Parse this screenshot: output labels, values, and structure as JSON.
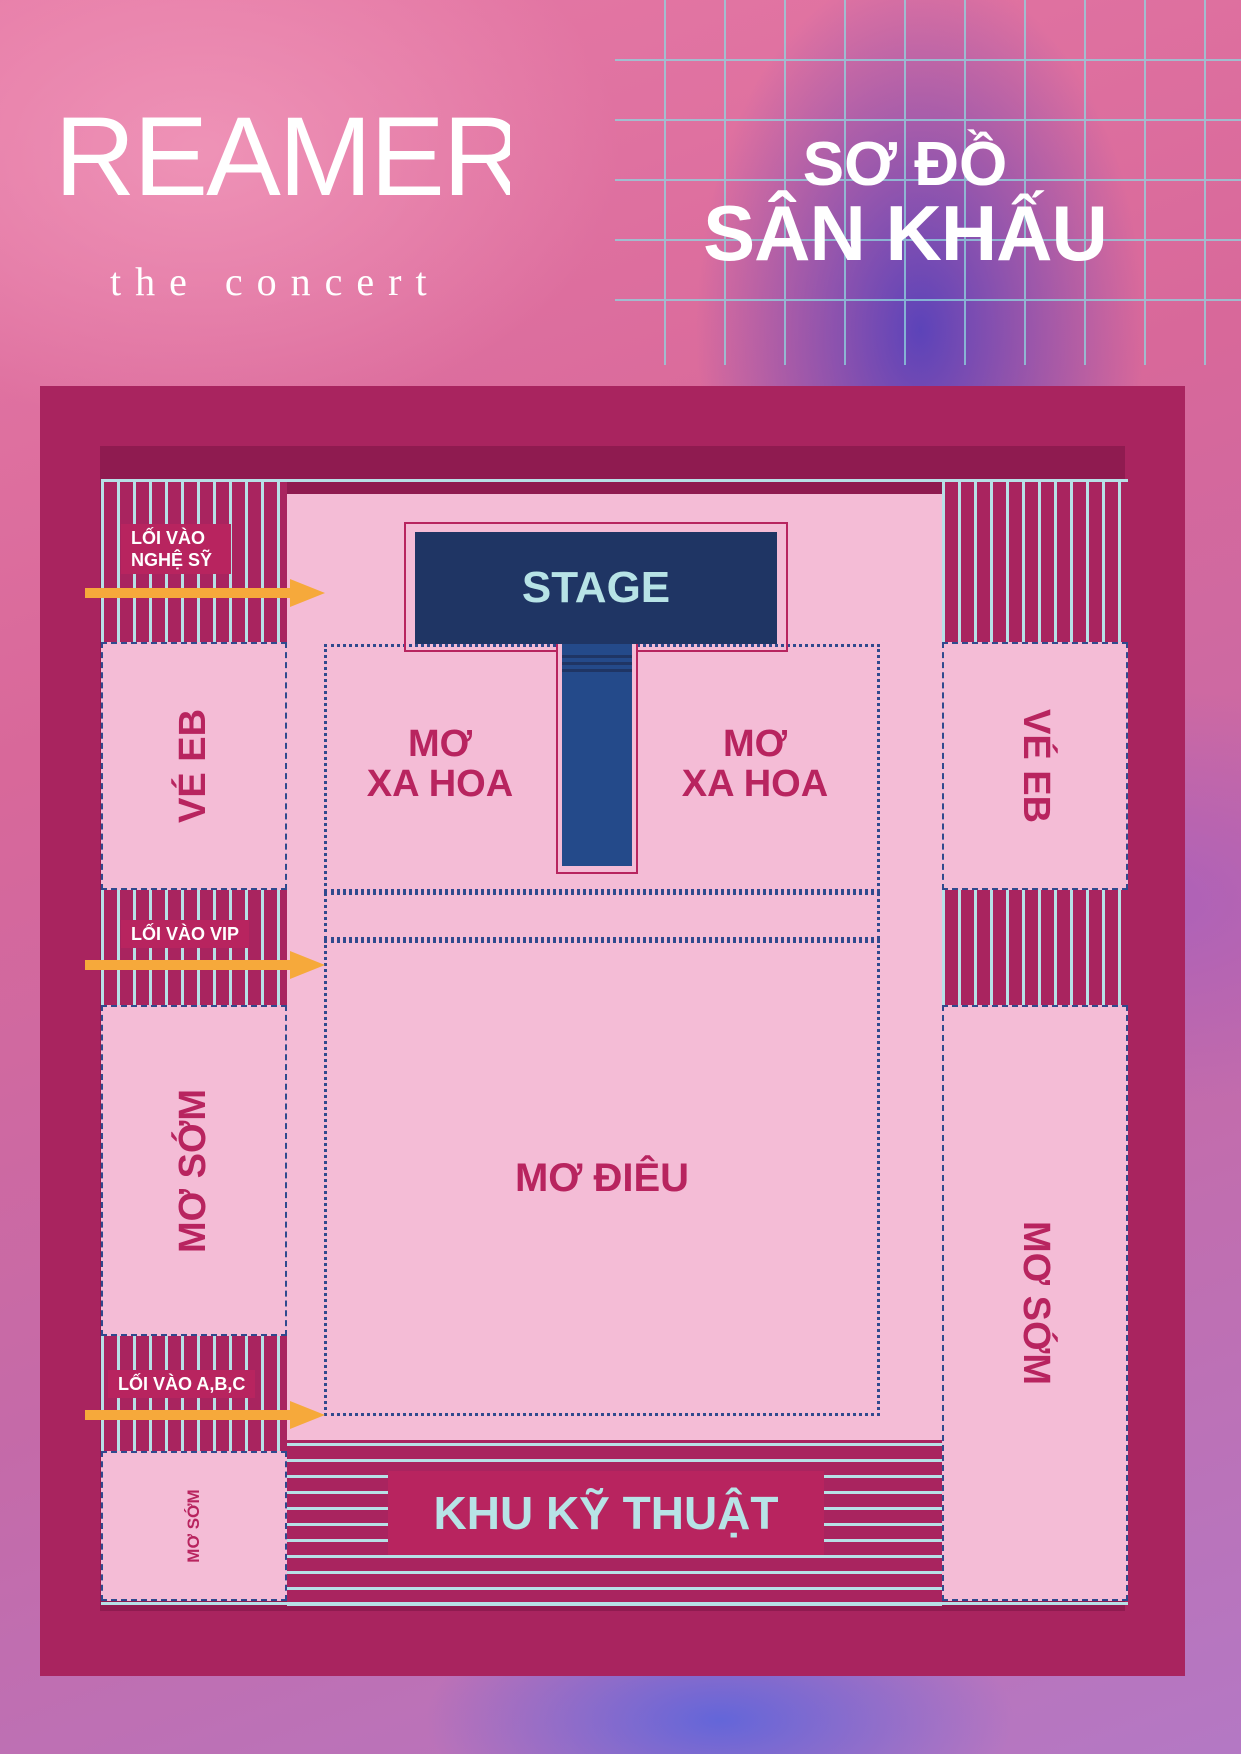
{
  "header": {
    "logo_text": "DREAMERS",
    "logo_subtitle": "the concert",
    "title_line1": "SƠ ĐỒ",
    "title_line2": "SÂN KHẤU"
  },
  "stage": {
    "label": "STAGE"
  },
  "zones": {
    "ve_eb_left": "VÉ EB",
    "ve_eb_right": "VÉ EB",
    "mo_xa_hoa_left_1": "MƠ",
    "mo_xa_hoa_left_2": "XA HOA",
    "mo_xa_hoa_right_1": "MƠ",
    "mo_xa_hoa_right_2": "XA HOA",
    "mo_dieu": "MƠ ĐIÊU",
    "mo_som_left": "MƠ SỚM",
    "mo_som_right": "MƠ SỚM",
    "mo_som_small": "MƠ SỚM",
    "technical_area": "KHU KỸ THUẬT"
  },
  "entrances": {
    "artist_line1": "LỐI VÀO",
    "artist_line2": "NGHỆ SỸ",
    "vip": "LỐI VÀO VIP",
    "abc": "LỐI VÀO A,B,C"
  },
  "colors": {
    "magenta": "#a9245f",
    "zone_pink": "#f4bcd6",
    "label_magenta": "#b8245f",
    "stage_navy": "#1f3564",
    "stripe_cyan": "#b7e0e6",
    "arrow_orange": "#f6a93b",
    "dash_blue": "#2f4a8e"
  },
  "icons": {
    "entrance_arrow": "arrow-right-icon"
  }
}
